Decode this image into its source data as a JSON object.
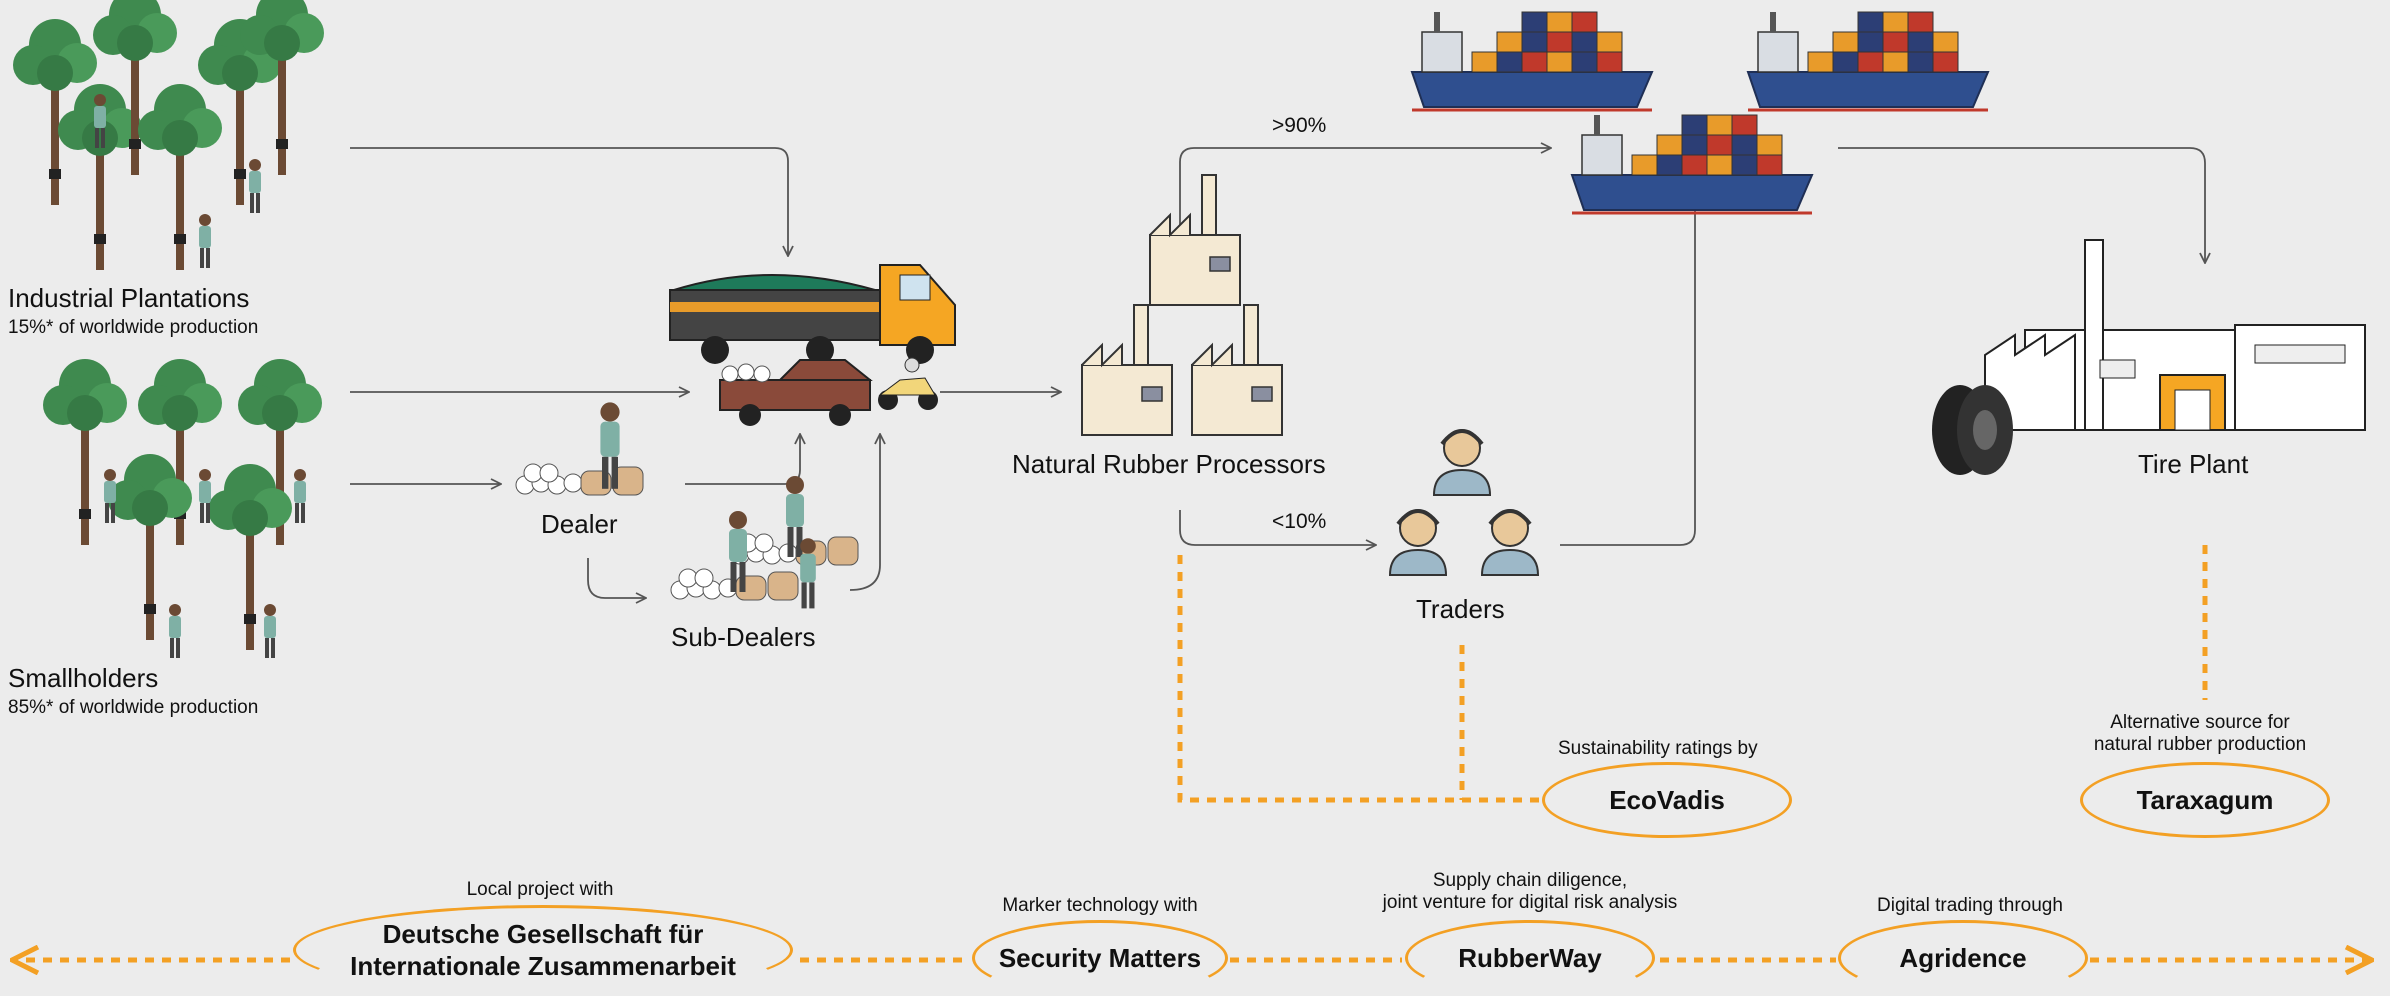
{
  "nodes": {
    "industrial": {
      "title": "Industrial Plantations",
      "subtitle": "15%* of worldwide production"
    },
    "smallholders": {
      "title": "Smallholders",
      "subtitle": "85%* of worldwide production"
    },
    "dealer": {
      "title": "Dealer"
    },
    "subdealers": {
      "title": "Sub-Dealers"
    },
    "processors": {
      "title": "Natural Rubber Processors"
    },
    "traders": {
      "title": "Traders"
    },
    "tireplant": {
      "title": "Tire Plant"
    }
  },
  "flows": {
    "high": ">90%",
    "low": "<10%"
  },
  "partners": {
    "ecovadis": {
      "caption": "Sustainability ratings by",
      "name": "EcoVadis"
    },
    "taraxagum": {
      "caption_l1": "Alternative source for",
      "caption_l2": "natural rubber production",
      "name": "Taraxagum"
    },
    "giz": {
      "caption": "Local project with",
      "name_l1": "Deutsche Gesellschaft für",
      "name_l2": "Internationale Zusammenarbeit"
    },
    "security": {
      "caption": "Marker technology with",
      "name": "Security Matters"
    },
    "rubberway": {
      "caption_l1": "Supply chain diligence,",
      "caption_l2": "joint venture for digital risk analysis",
      "name": "RubberWay"
    },
    "agridence": {
      "caption": "Digital trading through",
      "name": "Agridence"
    }
  },
  "colors": {
    "accent": "#f3a024",
    "line": "#555555",
    "background": "#ececec",
    "tree": "#3f8a4f",
    "ship": "#2f4f8f"
  },
  "icons": [
    "tree-icon",
    "truck-icon",
    "pickup-icon",
    "factory-icon",
    "ship-icon",
    "headset-person-icon",
    "tire-icon",
    "farmer-icon",
    "rubber-bales-icon"
  ]
}
